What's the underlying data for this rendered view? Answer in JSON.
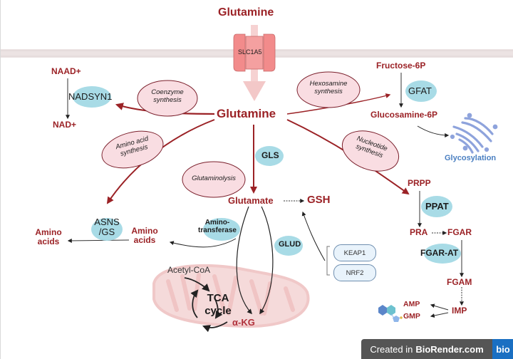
{
  "colors": {
    "metabolite": "#9b2226",
    "enzyme_blob": "#a8dbe6",
    "pathway_fill": "#f9dde2",
    "pathway_border": "#7a1f2b",
    "membrane": "#e6dcdc",
    "transporter": "#f28b8b",
    "mitochondrion": "#f3d3d3",
    "glycosylation": "#4a7fc1",
    "golgi": "#8ea3dc"
  },
  "top": {
    "glutamine_extracellular": "Glutamine",
    "transporter": "SLC1A5"
  },
  "center": {
    "glutamine": "Glutamine",
    "glutamate": "Glutamate",
    "gsh": "GSH"
  },
  "pathways": {
    "coenzyme": "Coenzyme synthesis",
    "hexosamine": "Hexosamine synthesis",
    "amino_acid": "Amino acid synthesis",
    "glutaminolysis": "Glutaminolysis",
    "nucleotide": "Nucleotide synthesis"
  },
  "coenzyme_branch": {
    "naad": "NAAD+",
    "enzyme": "NADSYN1",
    "nad": "NAD+"
  },
  "hexosamine_branch": {
    "fructose": "Fructose-6P",
    "enzyme": "GFAT",
    "glucosamine": "Glucosamine-6P",
    "glycosylation": "Glycosylation"
  },
  "amino_branch": {
    "enzyme_asns": "ASNS /GS",
    "amino_acids_left": "Amino acids",
    "amino_acids_mid": "Amino acids",
    "enzyme_transferase": "Amino- transferase"
  },
  "glutaminolysis_branch": {
    "gls": "GLS",
    "glud": "GLUD",
    "keap1": "KEAP1",
    "nrf2": "NRF2"
  },
  "mitochondrion": {
    "acetyl_coa": "Acetyl-CoA",
    "tca": "TCA cycle",
    "akg": "α-KG"
  },
  "nucleotide_branch": {
    "prpp": "PRPP",
    "ppat": "PPAT",
    "pra": "PRA",
    "fgar": "FGAR",
    "fgar_at": "FGAR-AT",
    "fgam": "FGAM",
    "imp": "IMP",
    "amp": "AMP",
    "gmp": "GMP"
  },
  "watermark": {
    "prefix": "Created in",
    "brand": "BioRender.com",
    "logo": "bio"
  }
}
